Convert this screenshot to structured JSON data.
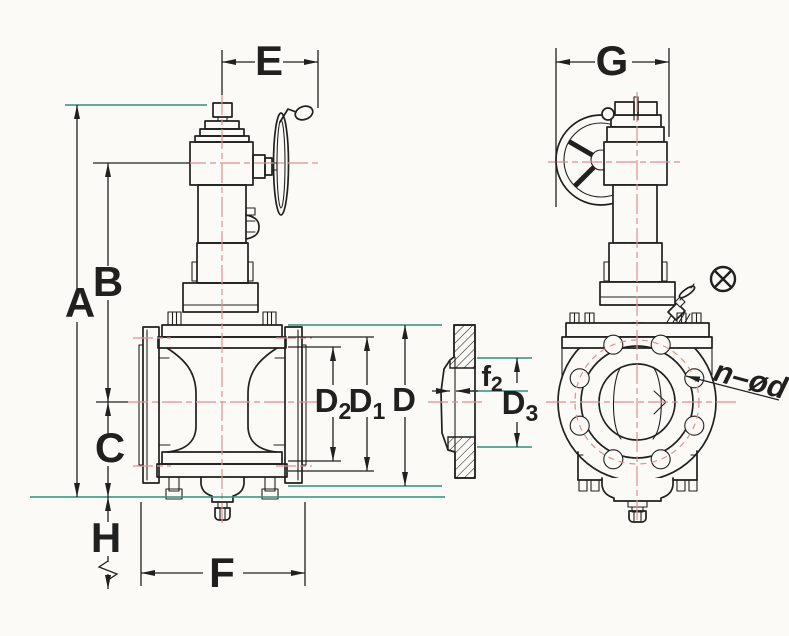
{
  "colors": {
    "line": "#20201e",
    "centerline": "#de9191",
    "extension": "#2f8f7c",
    "background": "#fbfaf6"
  },
  "symbols": {
    "circled_x": "X"
  },
  "dims": {
    "A": "A",
    "B": "B",
    "C": "C",
    "D": "D",
    "D1": {
      "base": "D",
      "sub": "1"
    },
    "D2": {
      "base": "D",
      "sub": "2"
    },
    "D3": {
      "base": "D",
      "sub": "3"
    },
    "E": "E",
    "F": "F",
    "G": "G",
    "H": "H",
    "f2": {
      "base": "f",
      "sub": "2"
    },
    "bolt_note": "n–ød"
  }
}
